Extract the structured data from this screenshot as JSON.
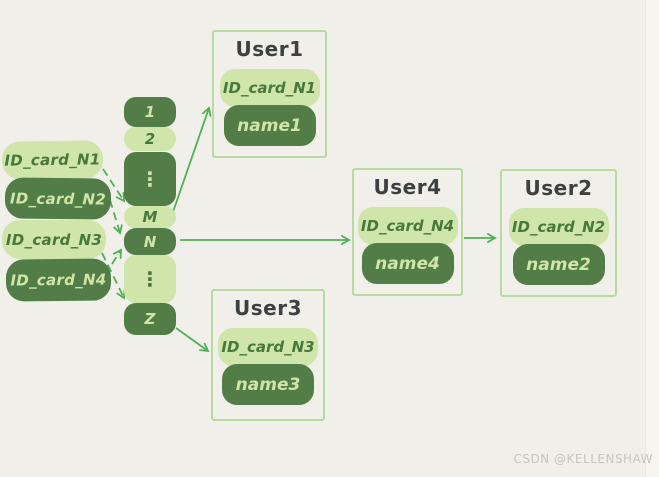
{
  "diagram": {
    "title_meaning": "hash mapping of ID cards to user records",
    "id_cards": [
      {
        "label": "ID_card_N1",
        "variant": "light"
      },
      {
        "label": "ID_card_N2",
        "variant": "dark"
      },
      {
        "label": "ID_card_N3",
        "variant": "light"
      },
      {
        "label": "ID_card_N4",
        "variant": "dark"
      }
    ],
    "buckets": [
      {
        "label": "1",
        "variant": "dark"
      },
      {
        "label": "2",
        "variant": "light"
      },
      {
        "label": "⋮",
        "variant": "dark"
      },
      {
        "label": "M",
        "variant": "light"
      },
      {
        "label": "N",
        "variant": "dark"
      },
      {
        "label": "⋮",
        "variant": "light"
      },
      {
        "label": "Z",
        "variant": "dark"
      }
    ],
    "users": [
      {
        "title": "User1",
        "id_card": "ID_card_N1",
        "name": "name1"
      },
      {
        "title": "User4",
        "id_card": "ID_card_N4",
        "name": "name4"
      },
      {
        "title": "User2",
        "id_card": "ID_card_N2",
        "name": "name2"
      },
      {
        "title": "User3",
        "id_card": "ID_card_N3",
        "name": "name3"
      }
    ],
    "edges": [
      {
        "from": "ID_card_N1",
        "to": "bucket-M",
        "style": "dashed"
      },
      {
        "from": "ID_card_N2",
        "to": "bucket-N",
        "style": "dashed"
      },
      {
        "from": "ID_card_N3",
        "to": "bucket-Z",
        "style": "dashed"
      },
      {
        "from": "ID_card_N4",
        "to": "bucket-N",
        "style": "dashed"
      },
      {
        "from": "bucket-M",
        "to": "User1",
        "style": "solid"
      },
      {
        "from": "bucket-N",
        "to": "User4",
        "style": "solid"
      },
      {
        "from": "User4",
        "to": "User2",
        "style": "solid"
      },
      {
        "from": "bucket-Z",
        "to": "User3",
        "style": "solid"
      }
    ]
  },
  "colors": {
    "background": "#f1efe9",
    "light_green": "#cfe5a9",
    "dark_green": "#527d46",
    "arrow_green": "#4fb054",
    "box_border": "#b9d9a0",
    "title_text": "#3d4042",
    "watermark_text": "#c8c5bb"
  },
  "watermark": "CSDN @KELLENSHAW"
}
